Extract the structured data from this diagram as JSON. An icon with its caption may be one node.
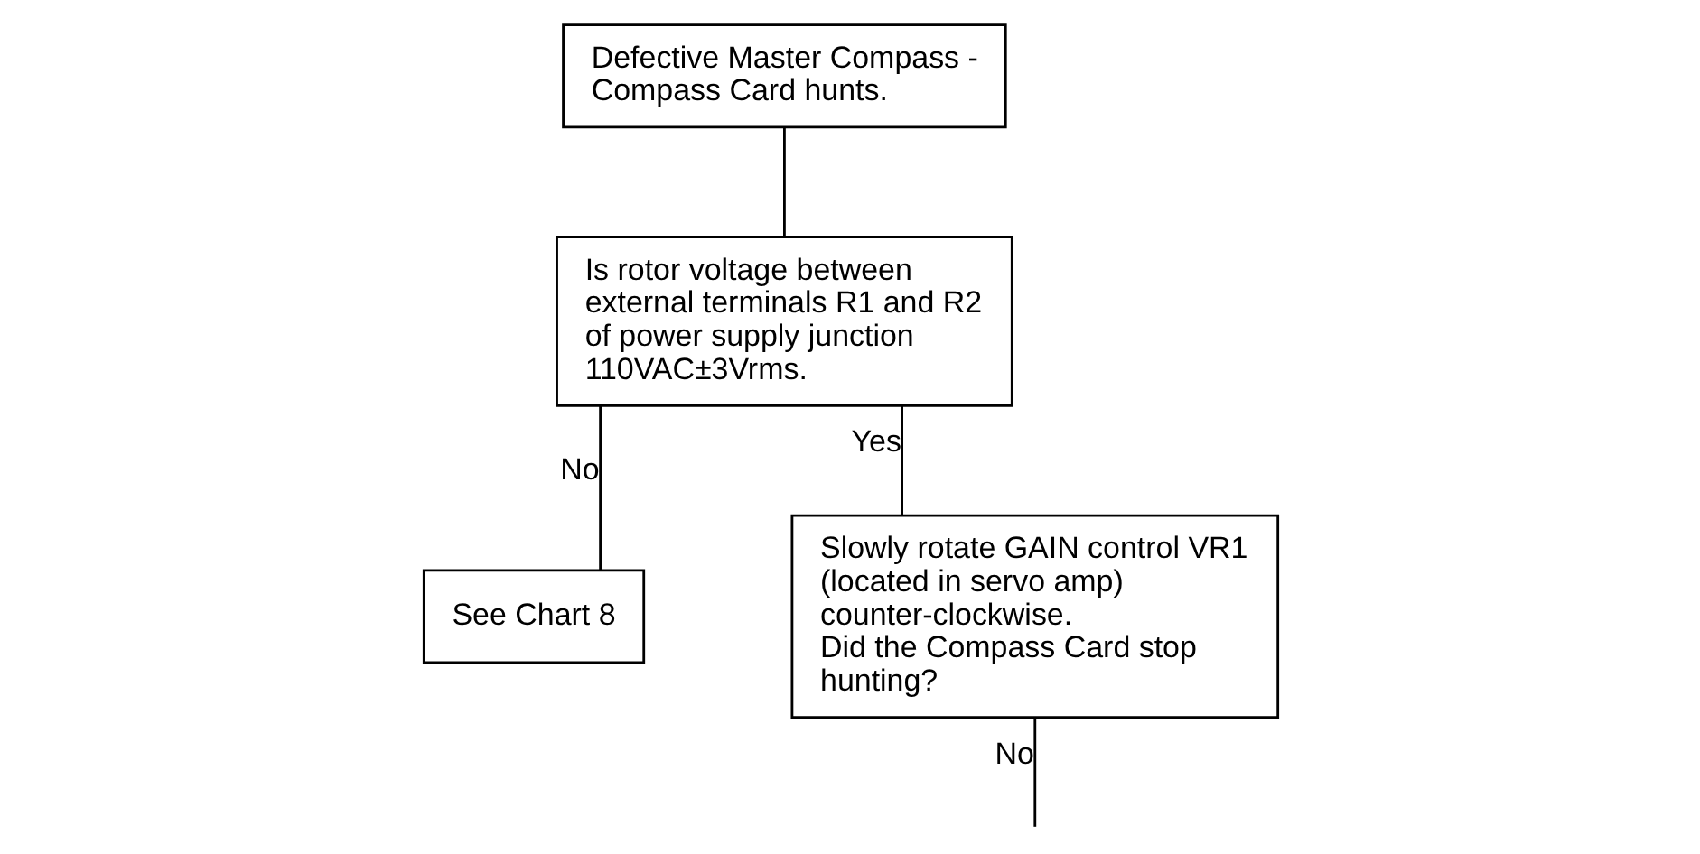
{
  "diagram": {
    "nodes": [
      {
        "text": [
          "Defective Master Compass - Compass Card hunts."
        ]
      },
      {
        "text": [
          "Is rotor voltage between external terminals R1 and R2 of power supply junction 110VAC±3Vrms."
        ]
      },
      {
        "text": [
          "See Chart 8"
        ]
      },
      {
        "text": [
          "Slowly rotate GAIN control VR1 (located in servo amp) counter-clockwise.",
          "Did the Compass Card stop hunting?"
        ]
      }
    ],
    "edges": [
      {
        "from": 0,
        "to": 1,
        "arrow": "none"
      },
      {
        "from": 1,
        "to": 2,
        "arrow": "none",
        "label": "No"
      },
      {
        "from": 1,
        "to": 3,
        "arrow": "none",
        "label": "Yes"
      },
      {
        "from": 3,
        "to": null,
        "arrow": "none",
        "label": "No"
      }
    ]
  }
}
